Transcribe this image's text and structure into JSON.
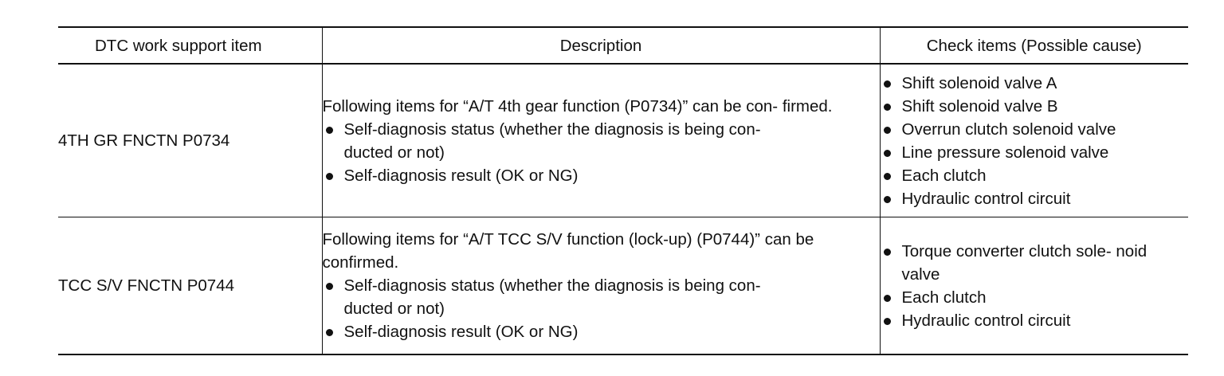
{
  "table": {
    "headers": [
      "DTC work support item",
      "Description",
      "Check items (Possible cause)"
    ],
    "rows": [
      {
        "item": "4TH GR FNCTN P0734",
        "description": {
          "intro": "Following items for “A/T 4th gear function (P0734)” can be con- firmed.",
          "bullets": [
            "Self-diagnosis status (whether the diagnosis is being con- ducted or not)",
            "Self-diagnosis result (OK or NG)"
          ]
        },
        "checks": [
          "Shift solenoid valve A",
          "Shift solenoid valve B",
          "Overrun clutch solenoid valve",
          "Line pressure solenoid valve",
          "Each clutch",
          "Hydraulic control circuit"
        ]
      },
      {
        "item": "TCC S/V FNCTN P0744",
        "description": {
          "intro": "Following items for “A/T TCC S/V function (lock-up) (P0744)” can be confirmed.",
          "bullets": [
            "Self-diagnosis status (whether the diagnosis is being con- ducted or not)",
            "Self-diagnosis result (OK or NG)"
          ]
        },
        "checks": [
          "Torque converter clutch sole- noid valve",
          "Each clutch",
          "Hydraulic control circuit"
        ]
      }
    ]
  }
}
